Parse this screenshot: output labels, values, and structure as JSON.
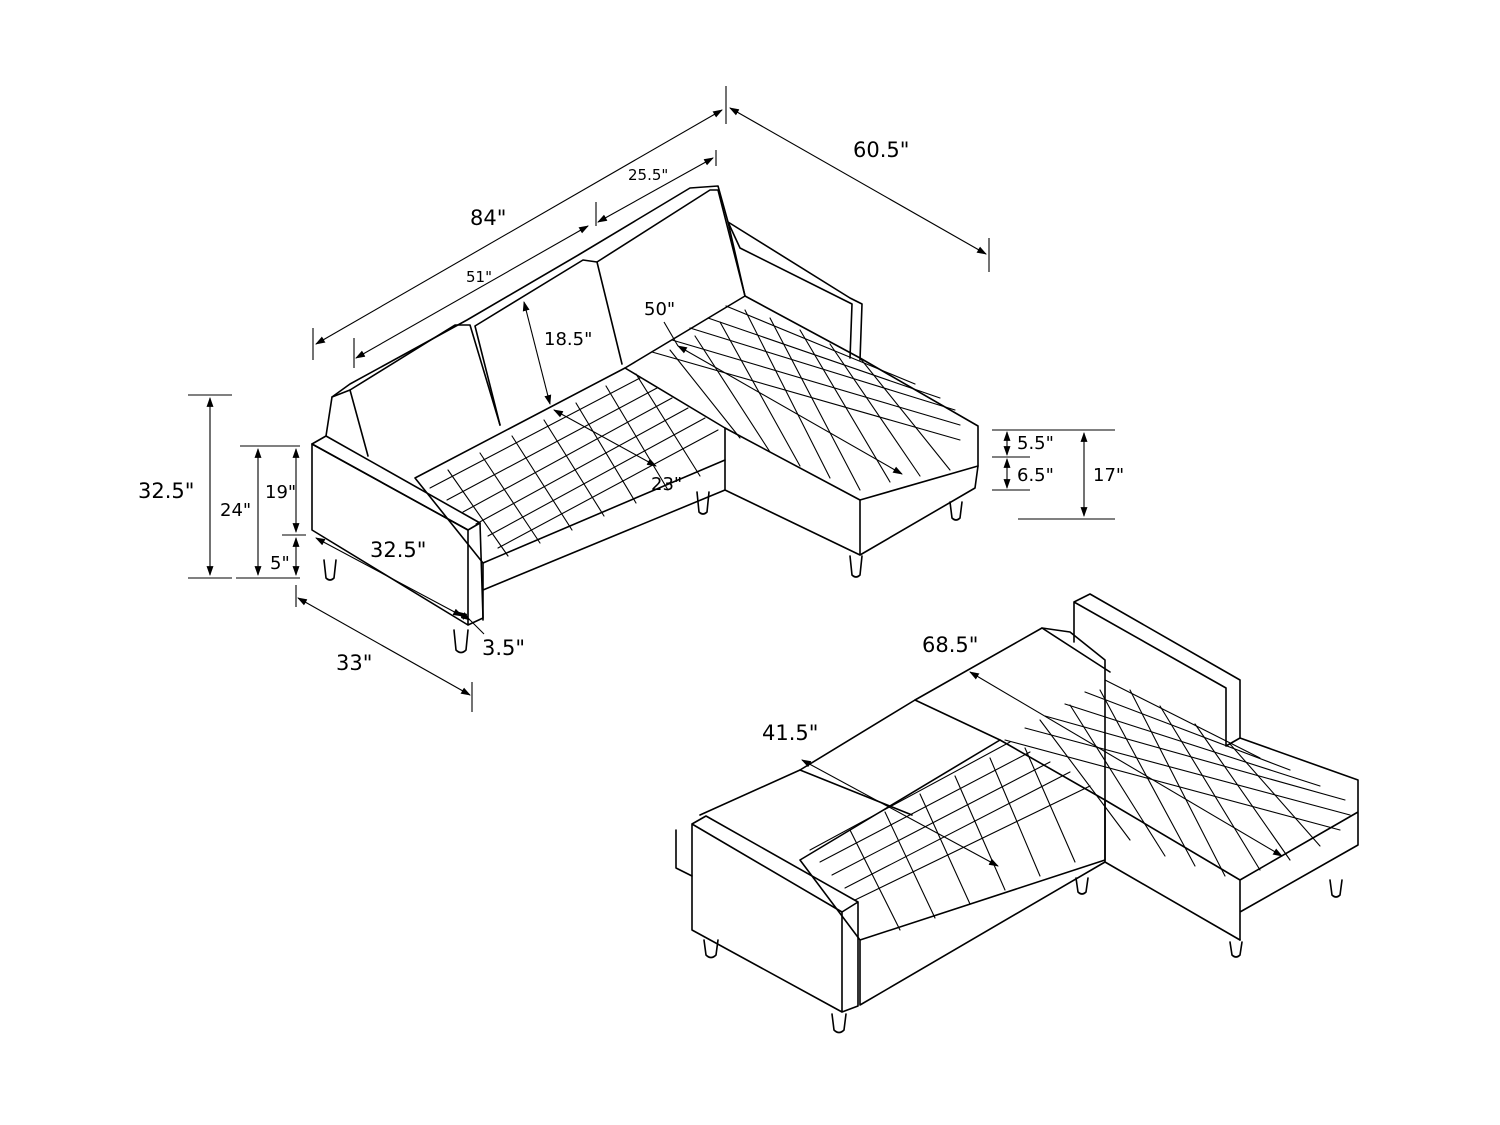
{
  "dimensions": {
    "overall_length": "84\"",
    "overall_depth": "60.5\"",
    "back_cushion_width": "25.5\"",
    "seat_width": "51\"",
    "back_cushion_height": "18.5\"",
    "chaise_depth": "50\"",
    "seat_depth": "23\"",
    "overall_height": "32.5\"",
    "back_height": "24\"",
    "seat_height_from_base": "19\"",
    "leg_height": "5\"",
    "arm_length": "32.5\"",
    "arm_width": "3.5\"",
    "sofa_depth": "33\"",
    "cushion_thickness": "5.5\"",
    "base_thickness": "6.5\"",
    "chaise_height": "17\"",
    "bed_length": "68.5\"",
    "bed_width": "41.5\""
  },
  "colors": {
    "line": "#000000",
    "background": "#ffffff"
  }
}
